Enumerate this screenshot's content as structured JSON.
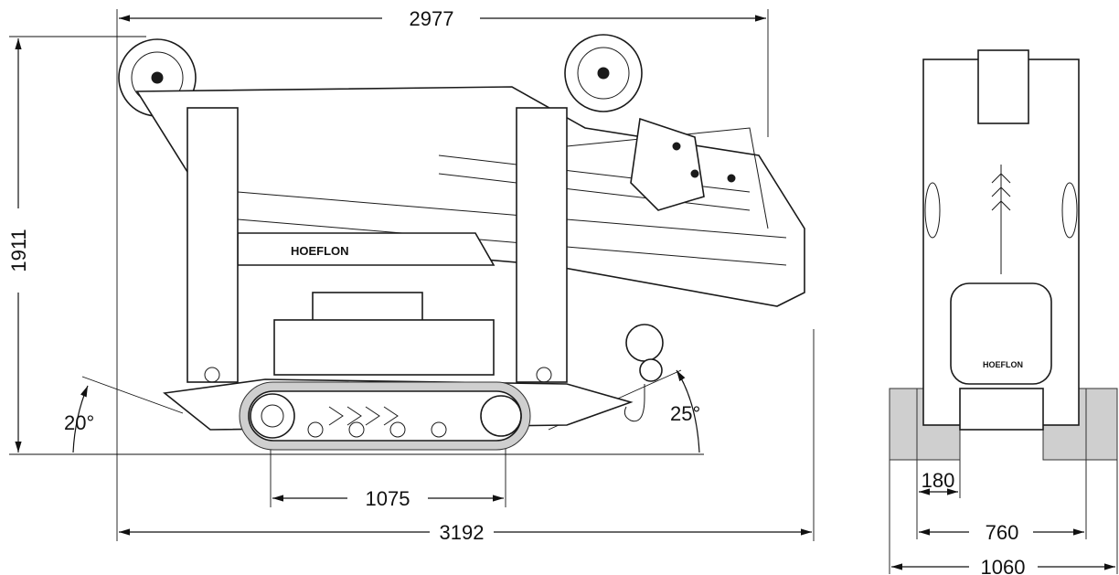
{
  "dimensions": {
    "boom_length": "2977",
    "overall_height": "1911",
    "overall_length": "3192",
    "track_length": "1075",
    "angle_front": "20°",
    "angle_rear": "25°",
    "track_width": "180",
    "width_min": "760",
    "width_max": "1060"
  },
  "logos": {
    "side_brand": "HOEFLON",
    "front_brand": "HOEFLON"
  }
}
